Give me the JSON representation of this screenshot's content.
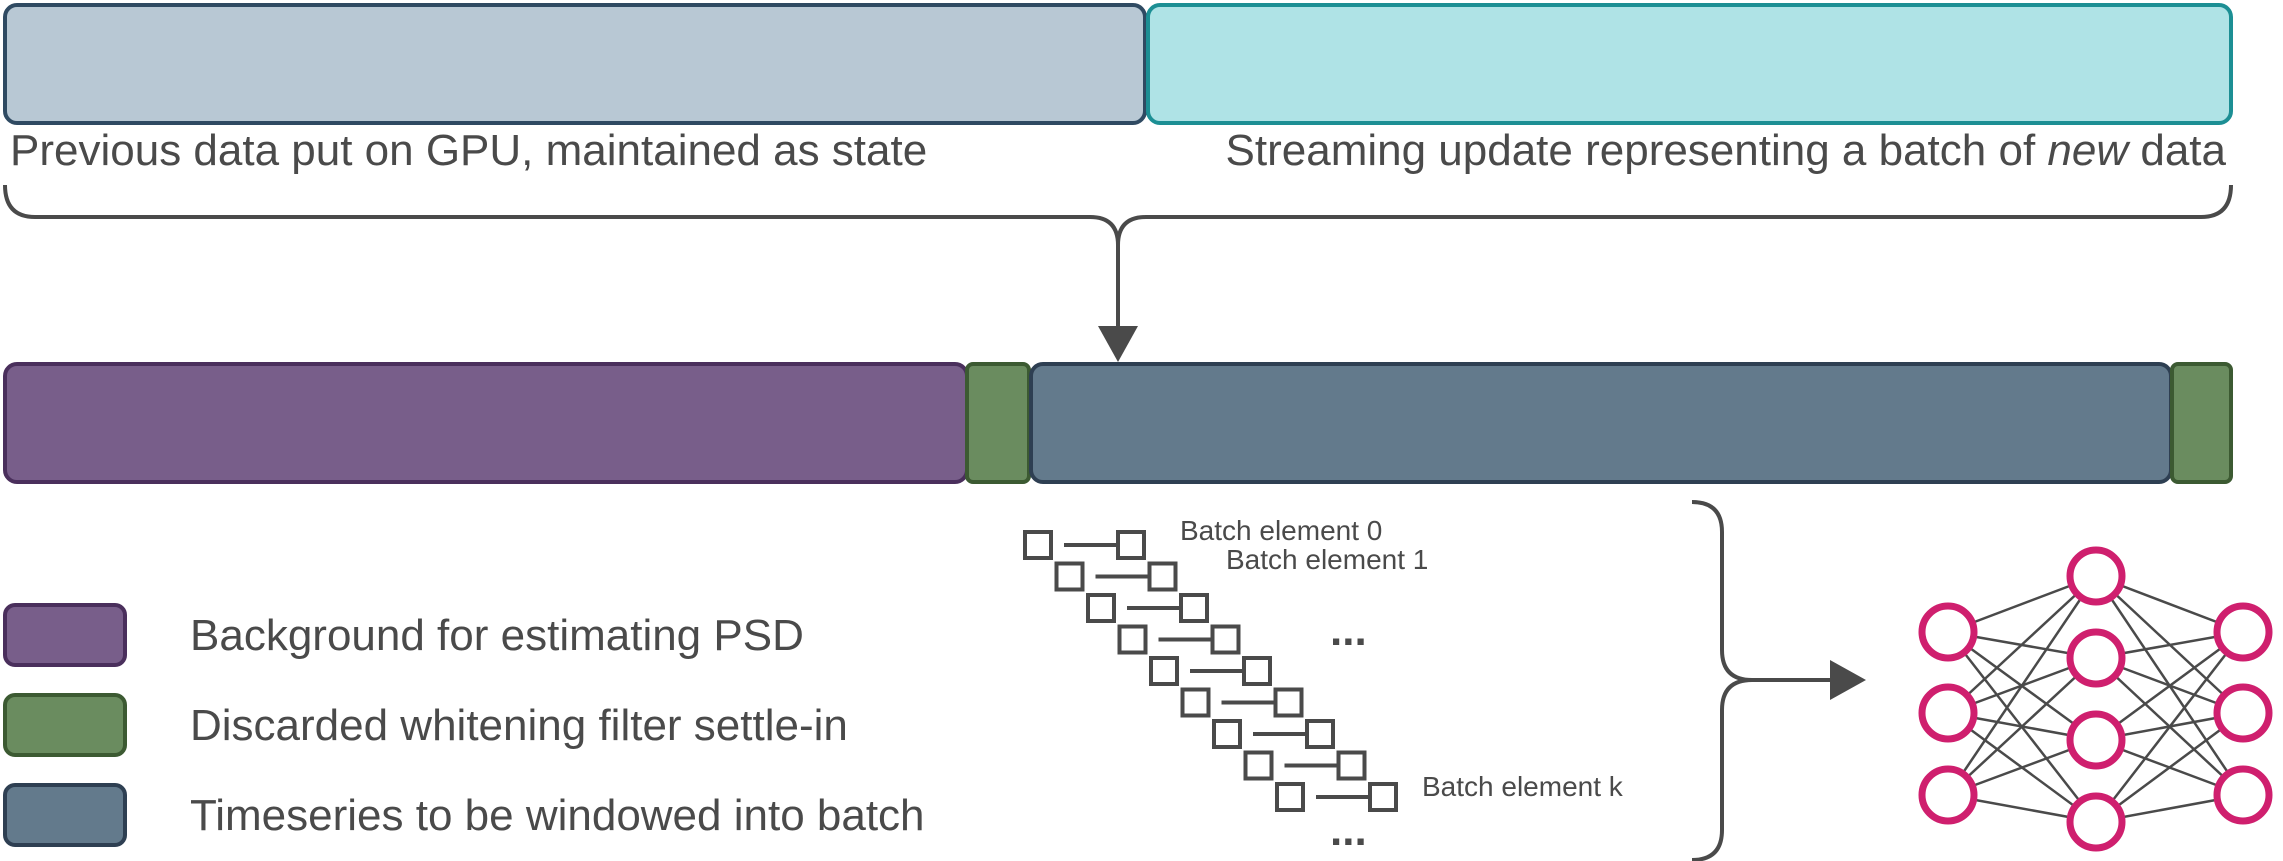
{
  "top_bar": {
    "previous_label": "Previous data put on GPU, maintained as state",
    "update_label_prefix": "Streaming update representing a  batch of ",
    "update_label_emph": "new",
    "update_label_suffix": " data"
  },
  "legend": [
    {
      "label": "Background for estimating PSD",
      "color": "#785e8a"
    },
    {
      "label": "Discarded whitening filter settle-in",
      "color": "#6a8c5f"
    },
    {
      "label": "Timeseries to be windowed into batch",
      "color": "#637a8c"
    }
  ],
  "batch": {
    "element_first": "Batch element 0",
    "element_second": "Batch element 1",
    "element_last": "Batch element k",
    "ellipsis": "..."
  },
  "colors": {
    "previous_fill": "#b8c8d4",
    "previous_stroke": "#2f4a62",
    "update_fill": "#afe3e6",
    "update_stroke": "#1c8f94",
    "background": "#785e8a",
    "background_stroke": "#4a2f5c",
    "settle": "#6a8c5f",
    "settle_stroke": "#3c5a32",
    "timeseries": "#637a8c",
    "timeseries_stroke": "#2e3f52",
    "neuron": "#cf1f6e",
    "line": "#4a4a4a"
  }
}
